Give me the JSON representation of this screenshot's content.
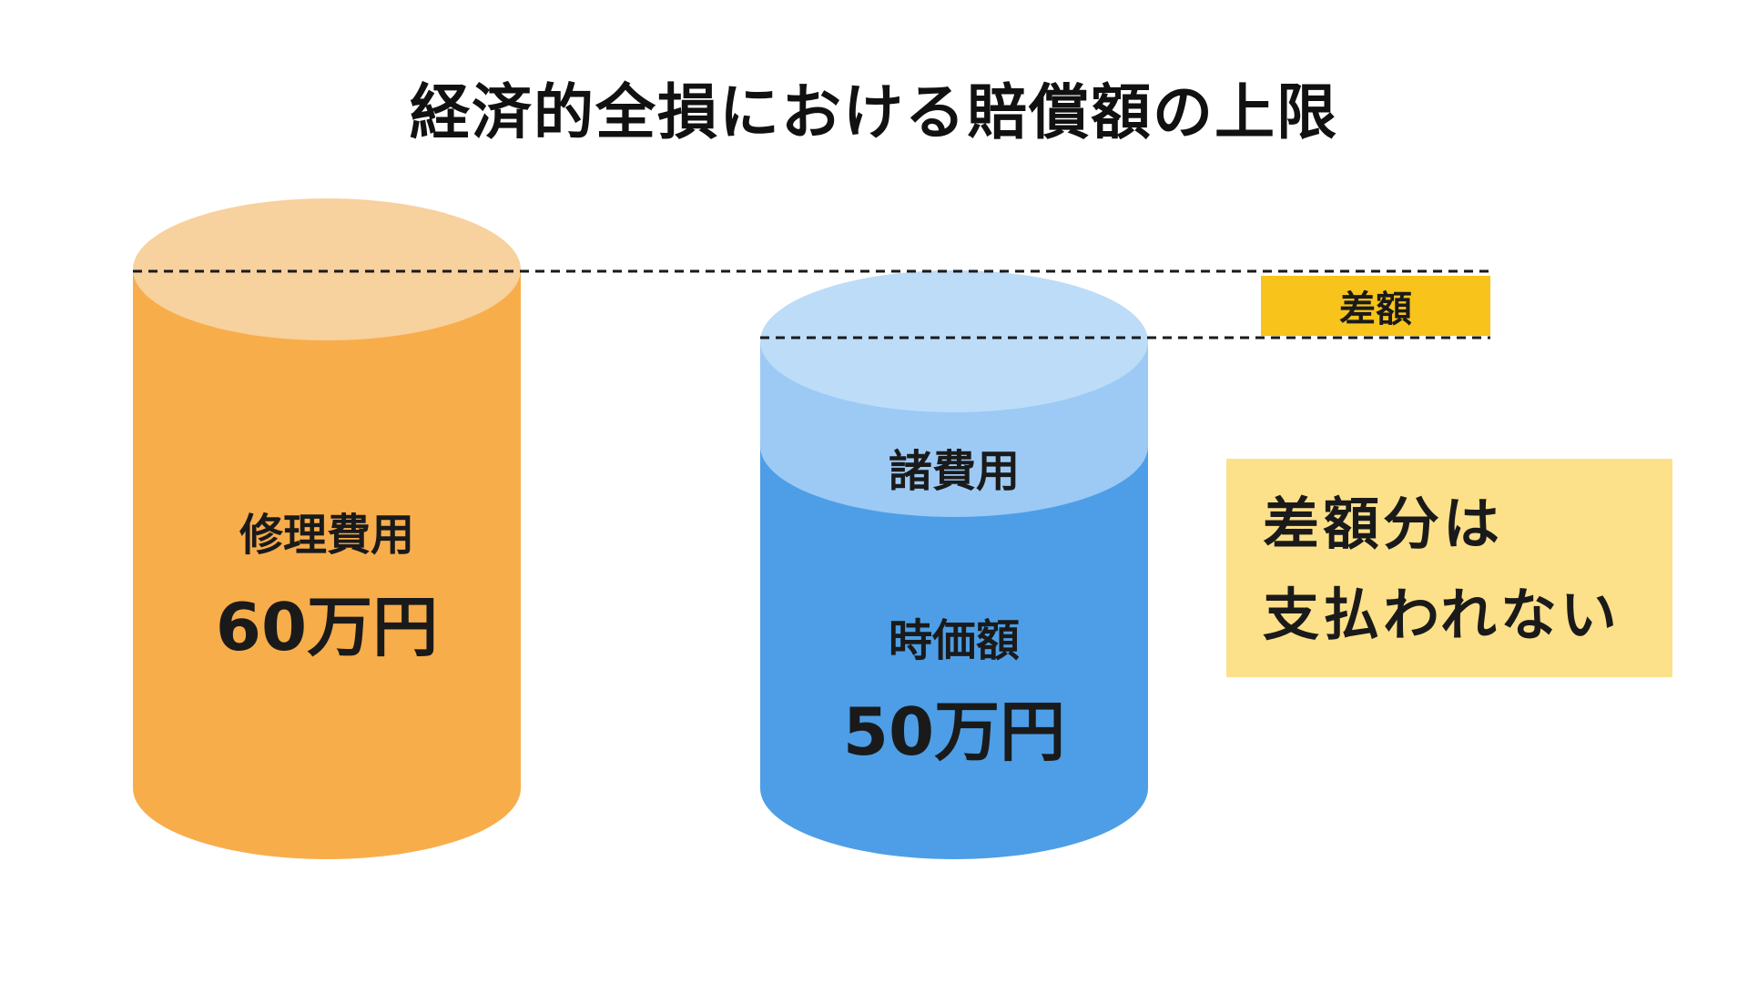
{
  "title": "経済的全損における賠償額の上限",
  "left_cylinder": {
    "label": "修理費用",
    "value": "60万円",
    "color_body": "#f8ad4b",
    "color_top": "#f7d19e"
  },
  "right_cylinder": {
    "upper_label": "諸費用",
    "lower_label": "時価額",
    "value": "50万円",
    "color_body": "#4d9ee6",
    "color_upper": "#9ccaf5",
    "color_top": "#bcdcf8"
  },
  "diff_tag": {
    "label": "差額",
    "color": "#f8c41c"
  },
  "note": {
    "line1": "差額分は",
    "line2": "支払われない",
    "color": "#fde08a"
  }
}
